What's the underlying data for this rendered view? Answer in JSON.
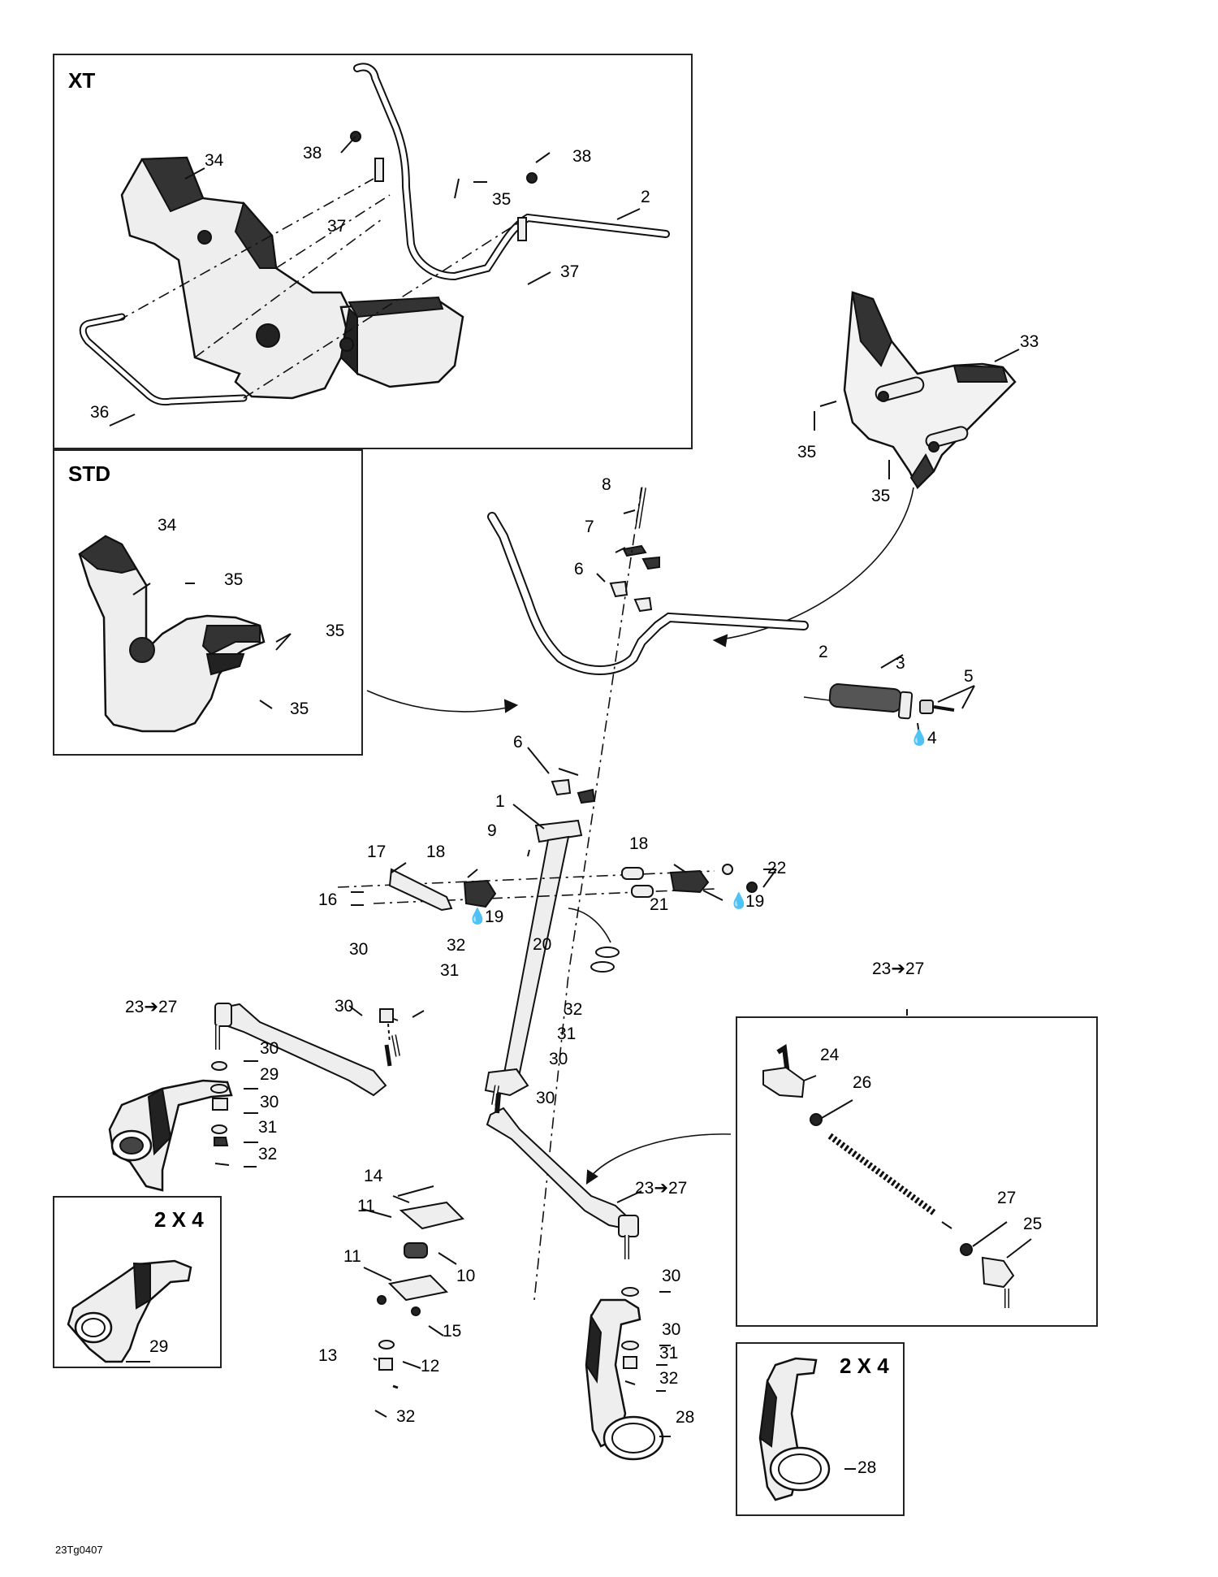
{
  "boxes": {
    "xt": "XT",
    "std": "STD",
    "knuckle_left": "2 X 4",
    "knuckle_right": "2 X 4",
    "tie_rod_detail": "23➔27"
  },
  "drawing_code": "23Tg0407",
  "drop_symbol": "💧",
  "labels": {
    "xt_34": "34",
    "xt_38a": "38",
    "xt_38b": "38",
    "xt_35": "35",
    "xt_2": "2",
    "xt_37a": "37",
    "xt_37b": "37",
    "xt_36": "36",
    "g33": "33",
    "g35a": "35",
    "g35b": "35",
    "std_34": "34",
    "std_35a": "35",
    "std_35b": "35",
    "std_35c": "35",
    "p8": "8",
    "p7": "7",
    "p6a": "6",
    "p2": "2",
    "p3": "3",
    "p5": "5",
    "p4": "4",
    "p6b": "6",
    "p1": "1",
    "p9": "9",
    "p17": "17",
    "p18a": "18",
    "p18b": "18",
    "p22": "22",
    "p16": "16",
    "p19a": "19",
    "p21": "21",
    "p19b": "19",
    "p20": "20",
    "p30a": "30",
    "p32a": "32",
    "p31a": "31",
    "p2327a": "23➔27",
    "p30b": "30",
    "p32b": "32",
    "p31b": "31",
    "p30c": "30",
    "p30d": "30",
    "p29": "29",
    "p30e": "30",
    "p31c": "31",
    "p32c": "32",
    "p30f": "30",
    "p14": "14",
    "p11a": "11",
    "p11b": "11",
    "p10": "10",
    "p15": "15",
    "p13": "13",
    "p12": "12",
    "p32d": "32",
    "p2327b": "23➔27",
    "p30g": "30",
    "p30h": "30",
    "p31d": "31",
    "p32e": "32",
    "p28a": "28",
    "p29b": "29",
    "p24": "24",
    "p26": "26",
    "p27": "27",
    "p25": "25",
    "p28b": "28"
  }
}
